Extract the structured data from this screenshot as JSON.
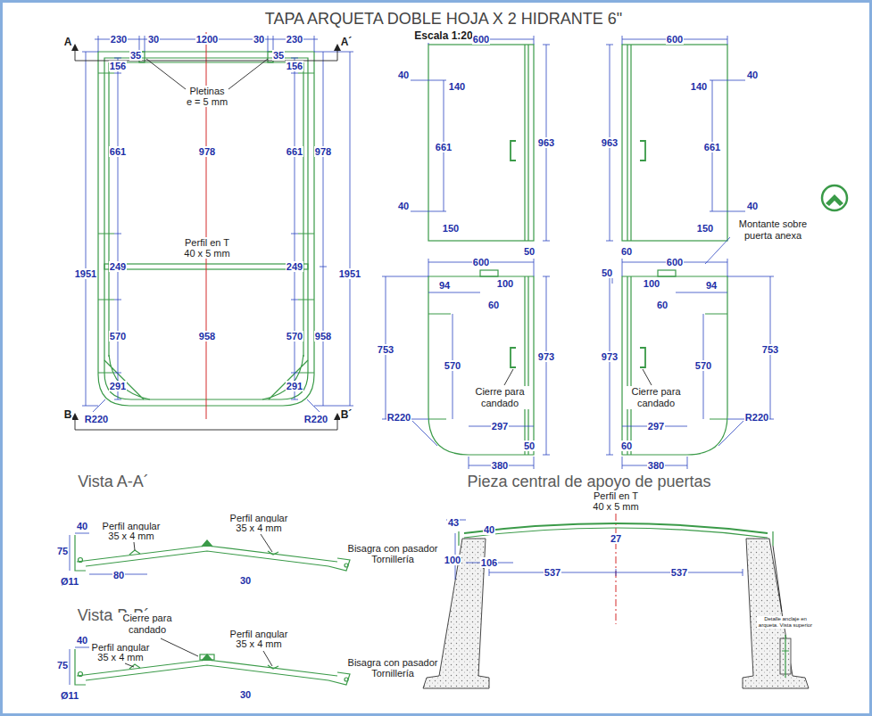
{
  "diagram": {
    "title": "TAPA ARQUETA DOBLE HOJA X 2 HIDRANTE 6\"",
    "labels": [
      "Escala 1:20",
      "230",
      "30",
      "1200",
      "30",
      "230",
      "A",
      "A´",
      "35",
      "35",
      "156",
      "156",
      "Pletinas",
      "e = 5 mm",
      "661",
      "978",
      "661",
      "978",
      "Perfil en T",
      "40 x 5 mm",
      "1951",
      "249",
      "249",
      "1951",
      "570",
      "958",
      "570",
      "958",
      "291",
      "291",
      "B",
      "B´",
      "R220",
      "R220",
      "600",
      "40",
      "140",
      "661",
      "963",
      "40",
      "150",
      "50",
      "600",
      "963",
      "140",
      "40",
      "661",
      "40",
      "150",
      "60",
      "Montante sobre puerta anexa",
      "600",
      "94",
      "100",
      "60",
      "753",
      "570",
      "973",
      "Cierre para candado",
      "R220",
      "297",
      "50",
      "380",
      "50",
      "600",
      "100",
      "94",
      "60",
      "973",
      "570",
      "753",
      "Cierre para candado",
      "297",
      "R220",
      "60",
      "380",
      "Vista A-A´",
      "40",
      "75",
      "Perfil angular",
      "35 x 4 mm",
      "Perfil angular",
      "35 x 4 mm",
      "Ø11",
      "80",
      "30",
      "Bisagra con pasador",
      "Tornillería",
      "Vista B-B´",
      "Cierre para candado",
      "40",
      "Perfil angular",
      "35 x 4 mm",
      "Perfil angular",
      "35 x 4 mm",
      "75",
      "Ø11",
      "30",
      "Bisagra con pasador",
      "Tornillería",
      "Pieza central de apoyo de puertas",
      "Perfil en T",
      "40 x 5 mm",
      "43",
      "40",
      "27",
      "100",
      "106",
      "537",
      "537",
      "Detalle anclaje en arqueta. Vista superior"
    ]
  }
}
